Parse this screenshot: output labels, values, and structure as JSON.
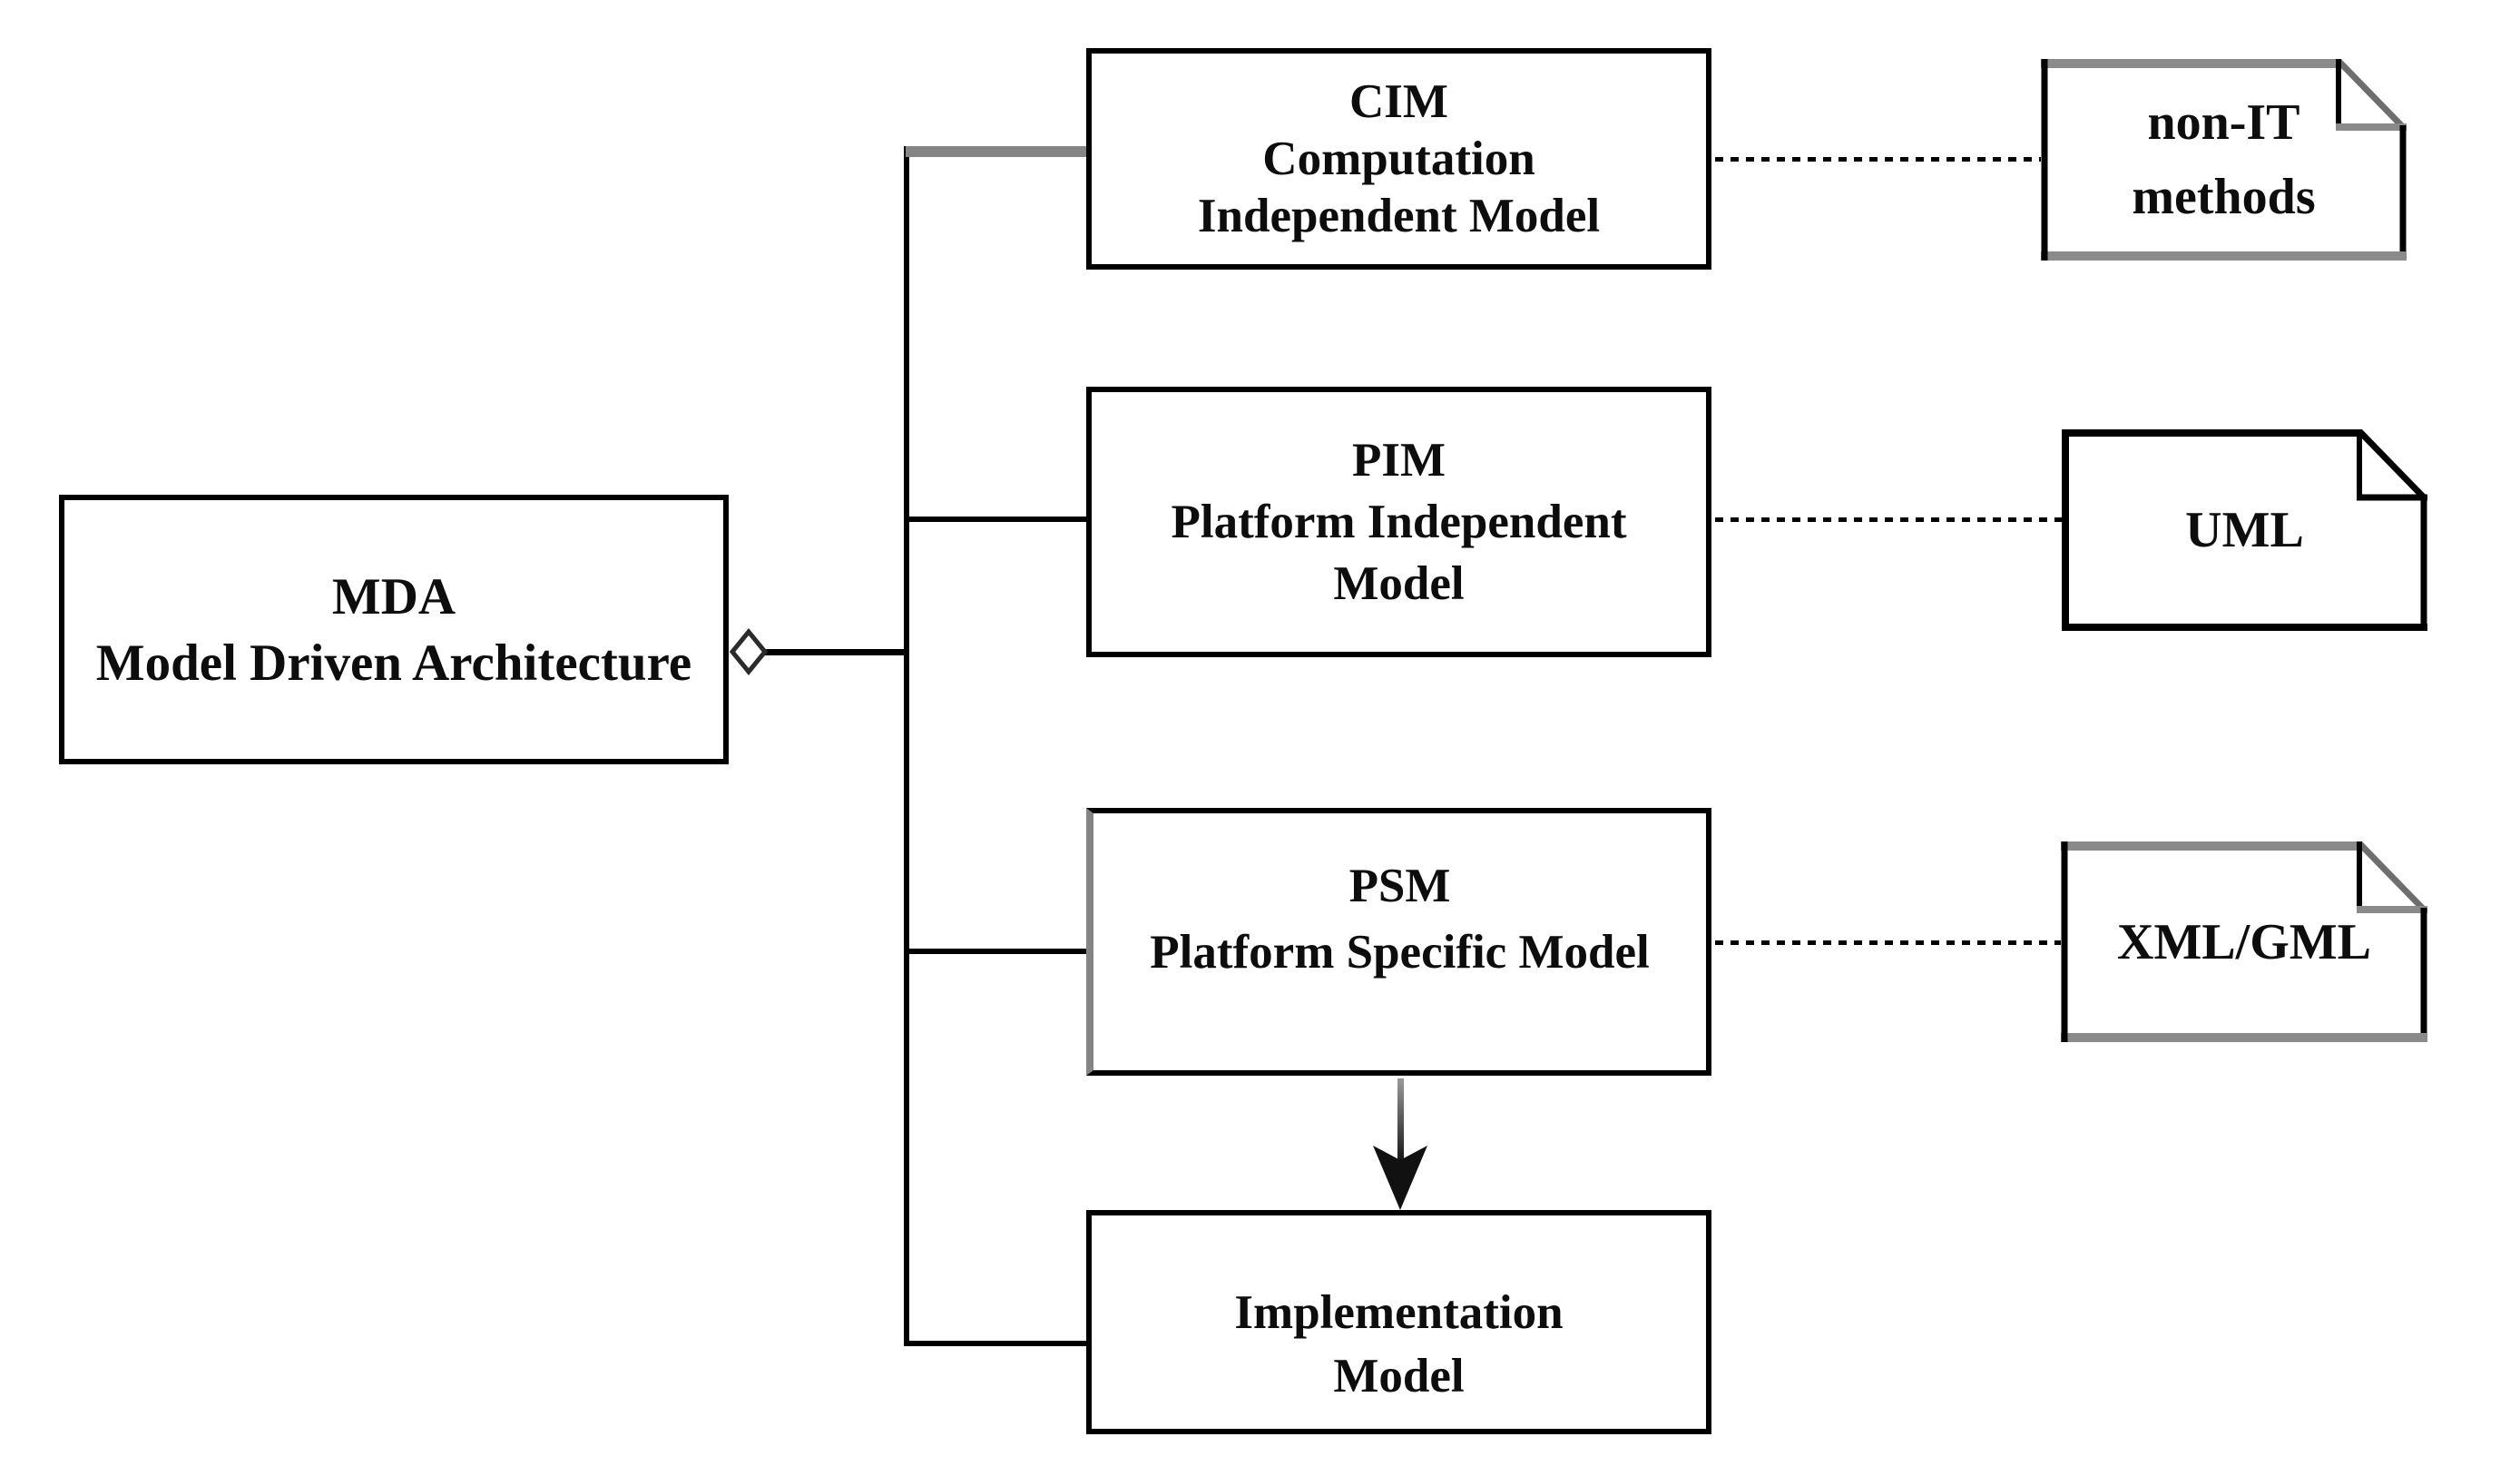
{
  "diagram_type": "MDA model hierarchy diagram",
  "nodes": {
    "mda": {
      "lines": [
        "MDA",
        "Model Driven Architecture"
      ]
    },
    "cim": {
      "lines": [
        "CIM",
        "Computation",
        "Independent Model"
      ]
    },
    "pim": {
      "lines": [
        "PIM",
        "Platform Independent",
        "Model"
      ]
    },
    "psm": {
      "lines": [
        "PSM",
        "Platform Specific Model"
      ]
    },
    "impl": {
      "lines": [
        "Implementation",
        "Model"
      ]
    }
  },
  "notes": {
    "nonit": {
      "lines": [
        "non-IT",
        "methods"
      ]
    },
    "uml": {
      "lines": [
        "UML"
      ]
    },
    "xmlgml": {
      "lines": [
        "XML/GML"
      ]
    }
  },
  "edges": [
    {
      "from": "MDA",
      "to": "CIM",
      "style": "solid",
      "connector": "aggregation-diamond"
    },
    {
      "from": "MDA",
      "to": "PIM",
      "style": "solid",
      "connector": "aggregation-diamond"
    },
    {
      "from": "MDA",
      "to": "PSM",
      "style": "solid",
      "connector": "aggregation-diamond"
    },
    {
      "from": "MDA",
      "to": "Implementation Model",
      "style": "solid",
      "connector": "aggregation-diamond"
    },
    {
      "from": "CIM",
      "to": "non-IT methods",
      "style": "dashed"
    },
    {
      "from": "PIM",
      "to": "UML",
      "style": "dashed"
    },
    {
      "from": "PSM",
      "to": "XML/GML",
      "style": "dashed"
    },
    {
      "from": "PSM",
      "to": "Implementation Model",
      "style": "arrow-down"
    }
  ],
  "colors": {
    "line_black": "#000000",
    "line_gray": "#858585",
    "background": "#ffffff",
    "text": "#0d0d0d"
  }
}
